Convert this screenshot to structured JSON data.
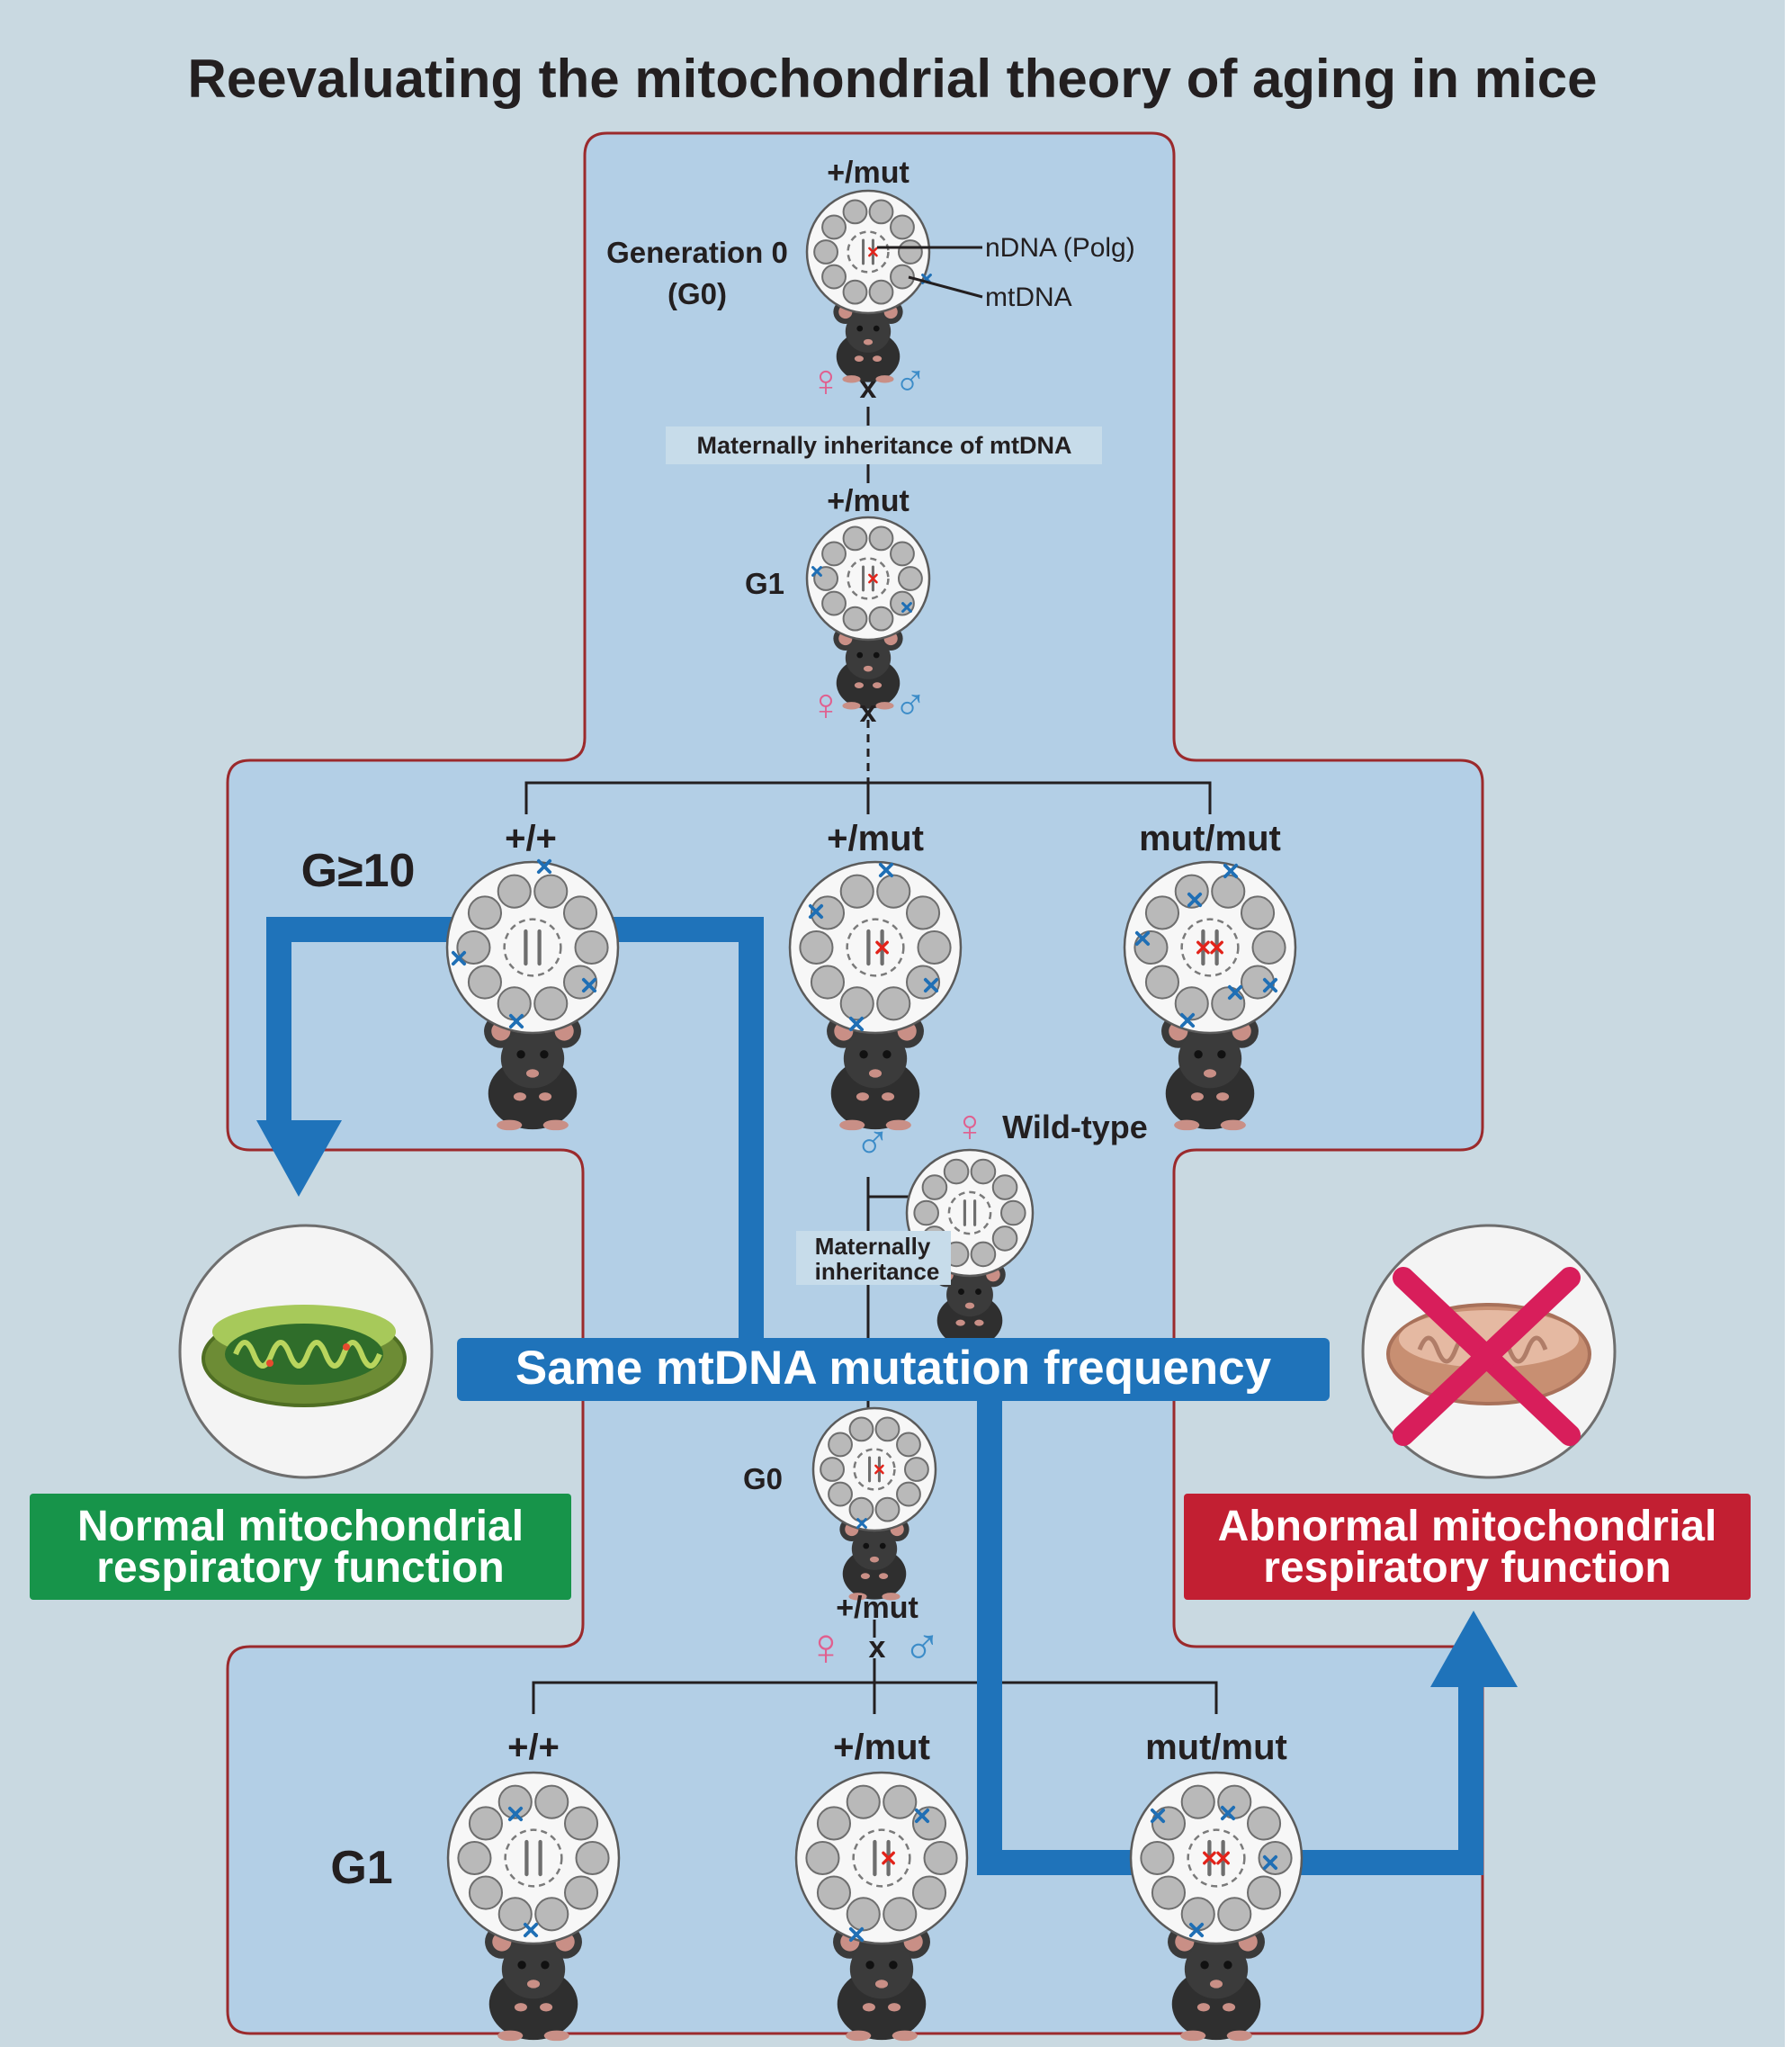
{
  "title": "Reevaluating the mitochondrial theory of aging in mice",
  "top_panel": {
    "g0_genotype": "+/mut",
    "g0_label_line1": "Generation 0",
    "g0_label_line2": "(G0)",
    "callout_ndna": "nDNA (Polg)",
    "callout_mtdna": "mtDNA",
    "cross_symbol": "x",
    "inheritance_label": "Maternally inheritance of mtDNA",
    "g1_genotype": "+/mut",
    "g1_label": "G1"
  },
  "middle_panel": {
    "generation_label": "G≥10",
    "genotypes": [
      "+/+",
      "+/mut",
      "mut/mut"
    ],
    "wildtype_label": "Wild-type",
    "inheritance_line1": "Maternally",
    "inheritance_line2": "inheritance"
  },
  "banner": {
    "text": "Same mtDNA mutation frequency",
    "color": "#1f73ba"
  },
  "outcomes": {
    "normal_line1": "Normal mitochondrial",
    "normal_line2": "respiratory function",
    "normal_color": "#17944a",
    "abnormal_line1": "Abnormal mitochondrial",
    "abnormal_line2": "respiratory function",
    "abnormal_color": "#c21f32"
  },
  "bottom_panel": {
    "g0_label": "G0",
    "g0_genotype": "+/mut",
    "cross_symbol": "x",
    "generation_label": "G1",
    "genotypes": [
      "+/+",
      "+/mut",
      "mut/mut"
    ]
  },
  "colors": {
    "background": "#c9d9e1",
    "panel_fill": "#b3cfe6",
    "panel_border": "#9b2a2c",
    "arrow": "#1f73ba",
    "female_symbol": "#e0608f",
    "male_symbol": "#3c8cc8",
    "nuclear_mutation": "#e2231a",
    "mtdna_mutation": "#1f6fb5"
  },
  "icons": [
    "mouse-icon",
    "female-symbol-icon",
    "male-symbol-icon",
    "mitochondrion-icon",
    "crossed-mitochondrion-icon"
  ]
}
